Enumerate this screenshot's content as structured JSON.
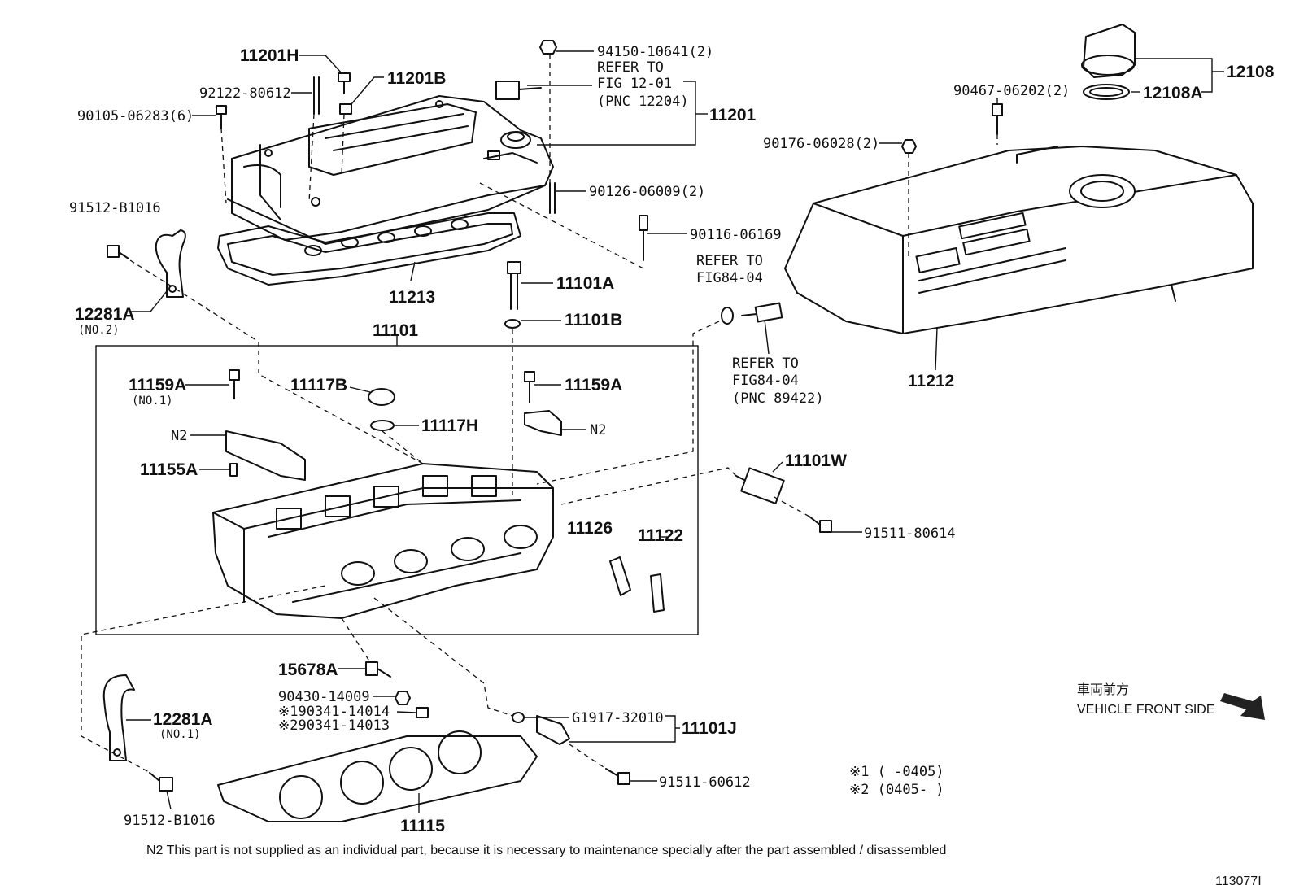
{
  "labels": {
    "p11201H": "11201H",
    "p92122": "92122-80612",
    "p11201B": "11201B",
    "p90105": "90105-06283(6)",
    "p94150": "94150-10641(2)",
    "refer1a": "REFER TO",
    "refer1b": "FIG 12-01",
    "refer1c": "(PNC 12204)",
    "p11201": "11201",
    "p90126": "90126-06009(2)",
    "p90116": "90116-06169",
    "p91512a": "91512-B1016",
    "p12281A2": "12281A",
    "p12281A2sub": "(NO.2)",
    "p11213": "11213",
    "p11101A": "11101A",
    "p11101B": "11101B",
    "p11101": "11101",
    "p11159A1": "11159A",
    "p11159A1sub": "(NO.1)",
    "p11117B": "11117B",
    "p11159A2": "11159A",
    "pN2a": "N2",
    "pN2b": "N2",
    "p11117H": "11117H",
    "p11155A": "11155A",
    "p11126": "11126",
    "p11122": "11122",
    "refer2a": "REFER TO",
    "refer2b": "FIG84-04",
    "refer3a": "REFER TO",
    "refer3b": "FIG84-04",
    "refer3c": "(PNC 89422)",
    "p12108": "12108",
    "p12108A": "12108A",
    "p90467": "90467-06202(2)",
    "p90176": "90176-06028(2)",
    "p11212": "11212",
    "p11101W": "11101W",
    "p91511a": "91511-80614",
    "p15678A": "15678A",
    "p90430": "90430-14009",
    "p90341a": "※190341-14014",
    "p90341b": "※290341-14013",
    "pG1917": "G1917-32010",
    "p11101J": "11101J",
    "p91511b": "91511-60612",
    "p12281A1": "12281A",
    "p12281A1sub": "(NO.1)",
    "p91512b": "91512-B1016",
    "p11115": "11115",
    "front_jp": "車両前方",
    "front_en": "VEHICLE FRONT SIDE",
    "range1": "※1 (     -0405)",
    "range2": "※2 (0405-     )",
    "footnote": "N2  This part is not supplied as an individual part, because it is necessary to maintenance specially after the part assembled / disassembled",
    "figno": "113077I"
  }
}
